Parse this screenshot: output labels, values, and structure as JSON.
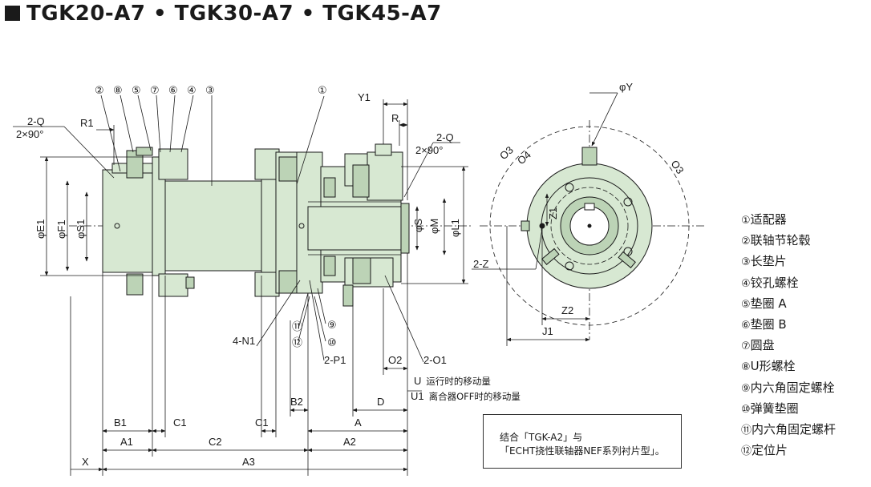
{
  "title": "TGK20-A7 • TGK30-A7 • TGK45-A7",
  "callouts_top": [
    "②",
    "⑧",
    "⑤",
    "⑦",
    "⑥",
    "④",
    "③",
    "①"
  ],
  "callouts_bottom": [
    "⑪",
    "⑫",
    "⑨",
    "⑩"
  ],
  "dims": {
    "two_q": "2-Q",
    "two_x_90": "2×90°",
    "r1": "R1",
    "y1": "Y1",
    "r": "R",
    "phi_e1": "φE1",
    "phi_f1": "φF1",
    "phi_s1": "φS1",
    "phi_s": "φS",
    "phi_m": "φM",
    "phi_l1": "φL1",
    "phi_y": "φY",
    "o3_left": "O3",
    "o4": "O4",
    "o3_right": "O3",
    "z1": "Z1",
    "two_z": "2-Z",
    "z2": "Z2",
    "j1": "J1",
    "four_n1": "4-N1",
    "two_p1": "2-P1",
    "o2": "O2",
    "two_o1": "2-O1",
    "b1": "B1",
    "c1_left": "C1",
    "c1_right": "C1",
    "b2": "B2",
    "d": "D",
    "a": "A",
    "a1": "A1",
    "c2": "C2",
    "a2": "A2",
    "x": "X",
    "a3": "A3"
  },
  "movement": {
    "u_label": "U",
    "u_text": "运行时的移动量",
    "u1_label": "U1",
    "u1_text": "离合器OFF时的移动量"
  },
  "legend": [
    {
      "num": "①",
      "text": "适配器"
    },
    {
      "num": "②",
      "text": "联轴节轮毂"
    },
    {
      "num": "③",
      "text": "长垫片"
    },
    {
      "num": "④",
      "text": "铰孔螺栓"
    },
    {
      "num": "⑤",
      "text": "垫圈 A"
    },
    {
      "num": "⑥",
      "text": "垫圈 B"
    },
    {
      "num": "⑦",
      "text": "圆盘"
    },
    {
      "num": "⑧",
      "text": "U形螺栓"
    },
    {
      "num": "⑨",
      "text": "内六角固定螺栓"
    },
    {
      "num": "⑩",
      "text": "弹簧垫圈"
    },
    {
      "num": "⑪",
      "text": "内六角固定螺杆"
    },
    {
      "num": "⑫",
      "text": "定位片"
    }
  ],
  "note": {
    "line1": "结合「TGK-A2」与",
    "line2": "「ECHT挠性联轴器NEF系列衬片型」。"
  },
  "colors": {
    "part_fill": "#d7e8d2",
    "part_dark": "#bcd3b6",
    "line": "#1a1a1a"
  }
}
